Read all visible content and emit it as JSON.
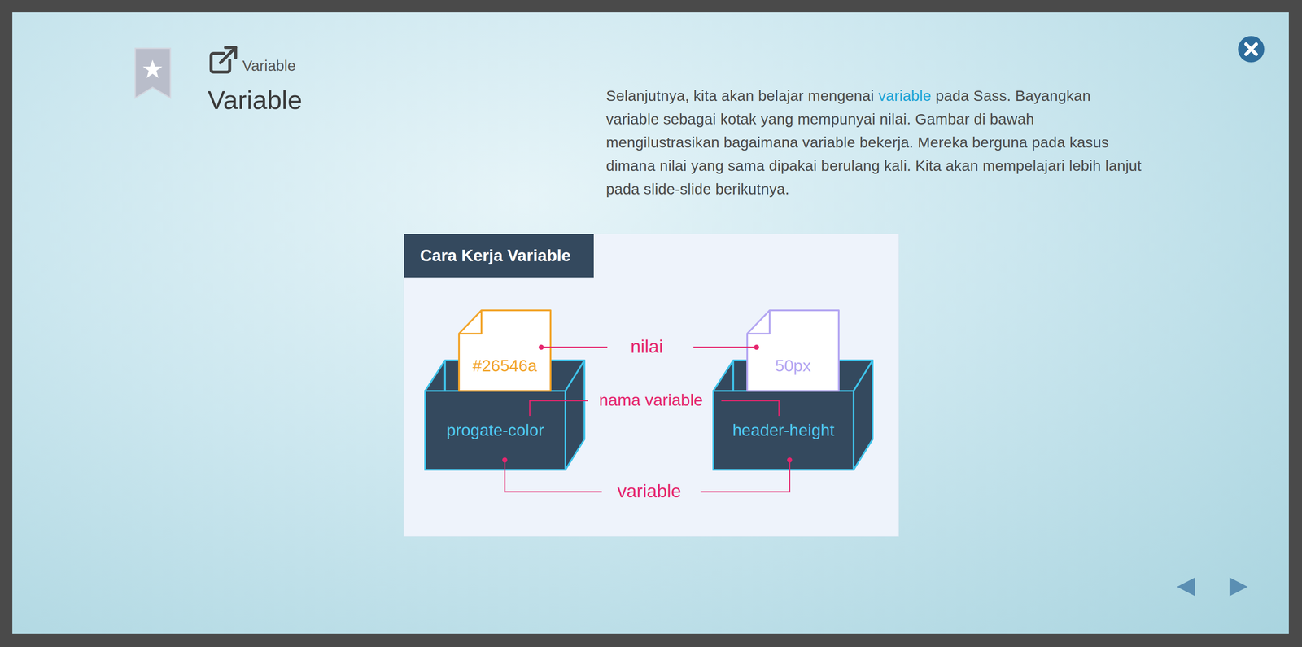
{
  "diagram": {
    "title": "Variable",
    "nodes": [
      {
        "text": [
          "Cara Kerja Variable"
        ]
      },
      {
        "text": [
          "#26546a"
        ]
      },
      {
        "text": [
          "progate-color"
        ]
      },
      {
        "text": [
          "50px"
        ]
      },
      {
        "text": [
          "header-height"
        ]
      }
    ],
    "labels": [
      "Variable",
      "Selanjutnya, kita akan belajar mengenai",
      "variable",
      "pada Sass. Bayangkan variable sebagai kotak yang mempunyai nilai. Gambar di bawah mengilustrasikan bagaimana variable bekerja. Mereka berguna pada kasus dimana nilai yang sama dipakai berulang kali. Kita akan mempelajari lebih lanjut pada slide-slide berikutnya.",
      "nilai",
      "nama variable",
      "variable"
    ]
  }
}
